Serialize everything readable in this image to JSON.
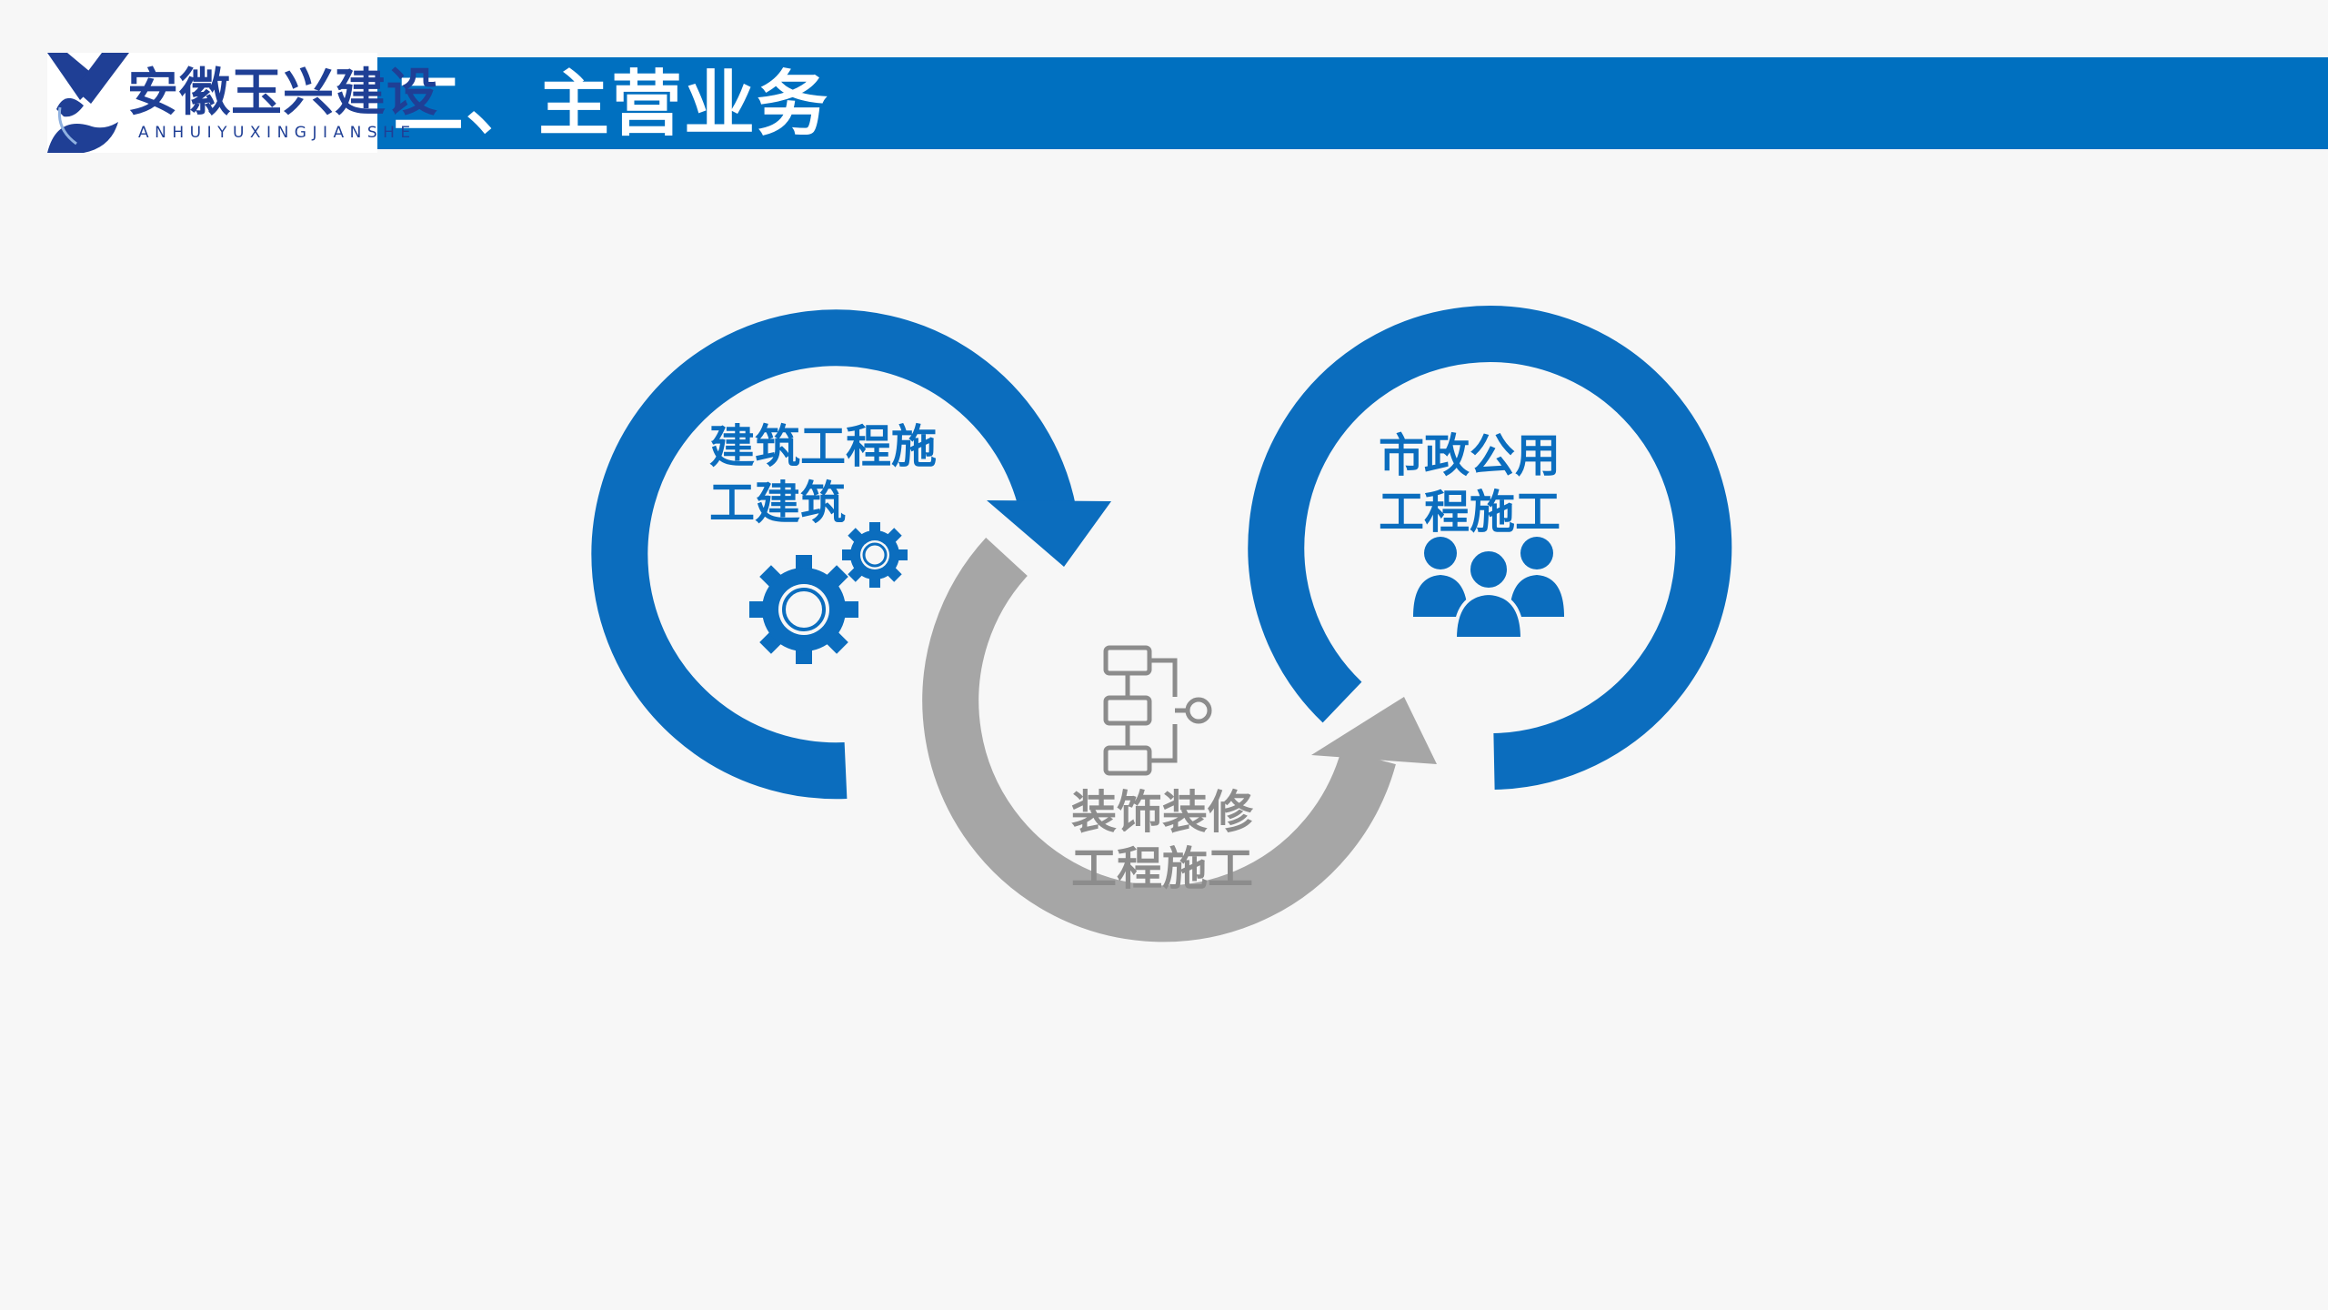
{
  "header": {
    "title": "二、主营业务",
    "logo_name": "安徽玉兴建设",
    "logo_subtitle": "ANHUIYUXINGJIANSHE"
  },
  "nodes": [
    {
      "line1": "建筑工程施",
      "line2": "工建筑",
      "icon": "gears-icon"
    },
    {
      "line1": "装饰装修",
      "line2": "工程施工",
      "icon": "flowchart-icon"
    },
    {
      "line1": "市政公用",
      "line2": "工程施工",
      "icon": "people-group-icon"
    }
  ],
  "colors": {
    "brand_blue": "#0070c0",
    "ring_blue": "#0b6dbe",
    "ring_gray": "#a6a6a6",
    "text_gray": "#8c8c8c",
    "background": "#f7f7f7"
  }
}
